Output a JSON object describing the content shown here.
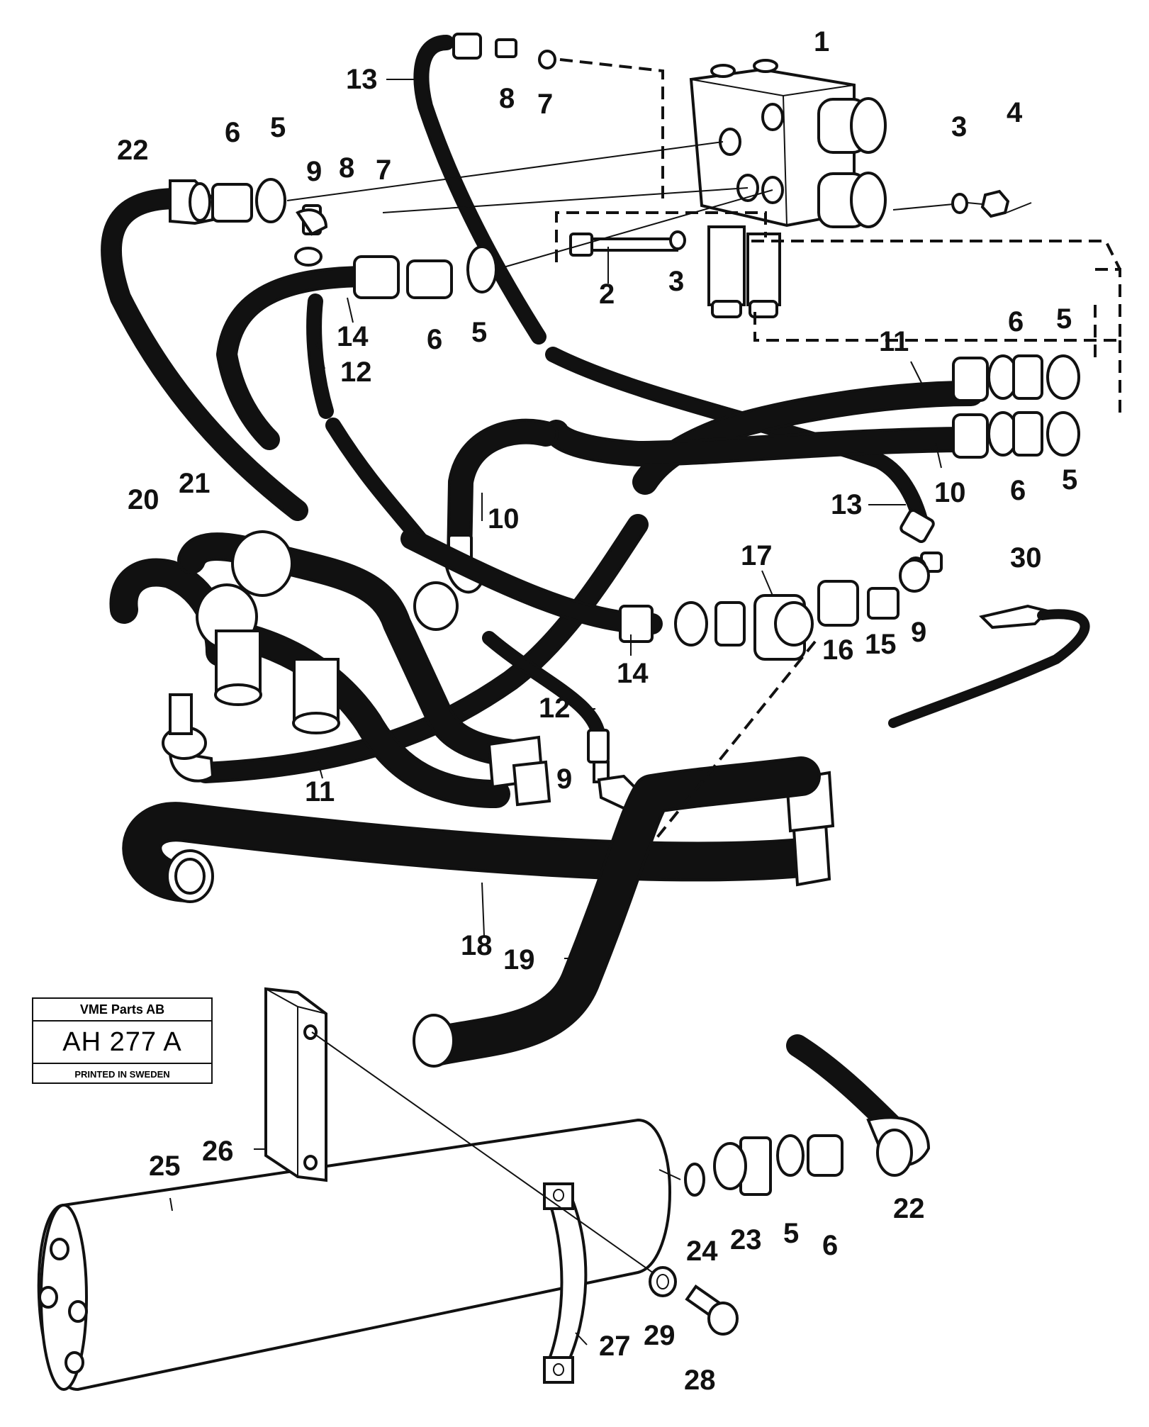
{
  "title_block": {
    "company": "VME Parts AB",
    "drawing_number": "AH 277 A",
    "print_note": "PRINTED IN SWEDEN"
  },
  "callouts": [
    {
      "id": "c1",
      "label": "1"
    },
    {
      "id": "c2",
      "label": "2"
    },
    {
      "id": "c3a",
      "label": "3"
    },
    {
      "id": "c3b",
      "label": "3"
    },
    {
      "id": "c4",
      "label": "4"
    },
    {
      "id": "c5a",
      "label": "5"
    },
    {
      "id": "c5b",
      "label": "5"
    },
    {
      "id": "c5c",
      "label": "5"
    },
    {
      "id": "c5d",
      "label": "5"
    },
    {
      "id": "c5e",
      "label": "5"
    },
    {
      "id": "c6a",
      "label": "6"
    },
    {
      "id": "c6b",
      "label": "6"
    },
    {
      "id": "c6c",
      "label": "6"
    },
    {
      "id": "c6d",
      "label": "6"
    },
    {
      "id": "c6e",
      "label": "6"
    },
    {
      "id": "c7a",
      "label": "7"
    },
    {
      "id": "c7b",
      "label": "7"
    },
    {
      "id": "c8a",
      "label": "8"
    },
    {
      "id": "c8b",
      "label": "8"
    },
    {
      "id": "c9a",
      "label": "9"
    },
    {
      "id": "c9b",
      "label": "9"
    },
    {
      "id": "c9c",
      "label": "9"
    },
    {
      "id": "c10a",
      "label": "10"
    },
    {
      "id": "c10b",
      "label": "10"
    },
    {
      "id": "c11a",
      "label": "11"
    },
    {
      "id": "c11b",
      "label": "11"
    },
    {
      "id": "c12a",
      "label": "12"
    },
    {
      "id": "c12b",
      "label": "12"
    },
    {
      "id": "c13a",
      "label": "13"
    },
    {
      "id": "c13b",
      "label": "13"
    },
    {
      "id": "c14a",
      "label": "14"
    },
    {
      "id": "c14b",
      "label": "14"
    },
    {
      "id": "c15",
      "label": "15"
    },
    {
      "id": "c16",
      "label": "16"
    },
    {
      "id": "c17",
      "label": "17"
    },
    {
      "id": "c18",
      "label": "18"
    },
    {
      "id": "c19",
      "label": "19"
    },
    {
      "id": "c20",
      "label": "20"
    },
    {
      "id": "c21",
      "label": "21"
    },
    {
      "id": "c22a",
      "label": "22"
    },
    {
      "id": "c22b",
      "label": "22"
    },
    {
      "id": "c23",
      "label": "23"
    },
    {
      "id": "c24",
      "label": "24"
    },
    {
      "id": "c25",
      "label": "25"
    },
    {
      "id": "c26",
      "label": "26"
    },
    {
      "id": "c27",
      "label": "27"
    },
    {
      "id": "c28",
      "label": "28"
    },
    {
      "id": "c29",
      "label": "29"
    },
    {
      "id": "c30",
      "label": "30"
    }
  ]
}
